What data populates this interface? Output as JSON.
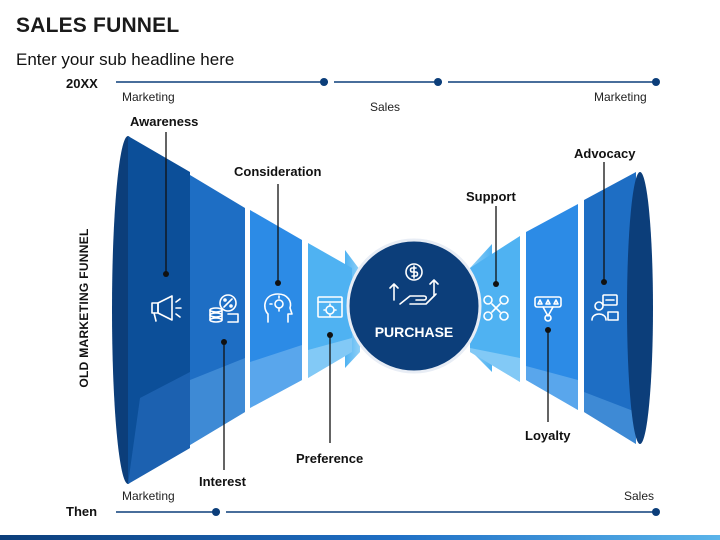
{
  "header": {
    "title": "SALES FUNNEL",
    "subtitle": "Enter your sub headline here"
  },
  "top_timeline": {
    "year_label": "20XX",
    "labels": [
      "Marketing",
      "Sales",
      "Marketing"
    ]
  },
  "bottom_timeline": {
    "year_label": "Then",
    "labels": [
      "Marketing",
      "Sales"
    ]
  },
  "side_label": "OLD MARKETING FUNNEL",
  "center": {
    "label": "PURCHASE",
    "icon": "money-growth-icon"
  },
  "stages": [
    {
      "label": "Awareness",
      "icon": "megaphone-icon"
    },
    {
      "label": "Interest",
      "icon": "coins-percent-icon"
    },
    {
      "label": "Consideration",
      "icon": "idea-head-icon"
    },
    {
      "label": "Preference",
      "icon": "browser-settings-icon"
    },
    {
      "label": "Support",
      "icon": "teamwork-icon"
    },
    {
      "label": "Loyalty",
      "icon": "rating-badge-icon"
    },
    {
      "label": "Advocacy",
      "icon": "presenter-icon"
    }
  ],
  "colors": {
    "navy": "#0c3e7a",
    "blue": "#1e6ec4",
    "mid_blue": "#2c8be6",
    "light_blue": "#4fb2f2",
    "accent_line": "#0c3e7a"
  }
}
